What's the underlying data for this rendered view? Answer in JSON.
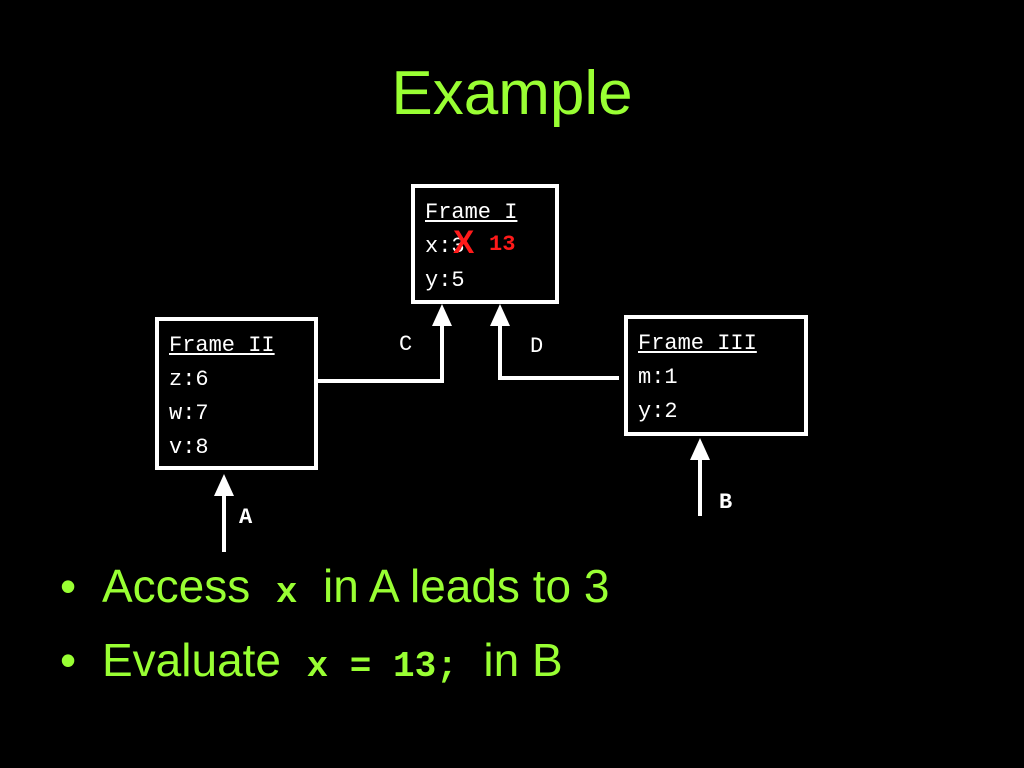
{
  "title": "Example",
  "frames": {
    "frame_i": {
      "name": "Frame I",
      "lines": [
        "x:",
        "y:5"
      ],
      "x_old": "3",
      "x_new": "13",
      "strike": "X"
    },
    "frame_ii": {
      "name": "Frame II",
      "lines": [
        "z:6",
        "w:7",
        "v:8"
      ]
    },
    "frame_iii": {
      "name": "Frame III",
      "lines": [
        "m:1",
        "y:2"
      ]
    }
  },
  "edge_labels": {
    "c": "C",
    "d": "D"
  },
  "pointer_labels": {
    "a": "A",
    "b": "B"
  },
  "bullets": [
    {
      "dot": "•",
      "pre": "Access ",
      "code": "x",
      "post": " in A leads to 3"
    },
    {
      "dot": "•",
      "pre": "Evaluate ",
      "code": "x = 13;",
      "post": " in B"
    }
  ],
  "colors": {
    "title": "#99ff33",
    "bullet_text": "#99ff33",
    "box": "#ffffff",
    "edit": "#ff1a1a",
    "background": "#000000"
  }
}
